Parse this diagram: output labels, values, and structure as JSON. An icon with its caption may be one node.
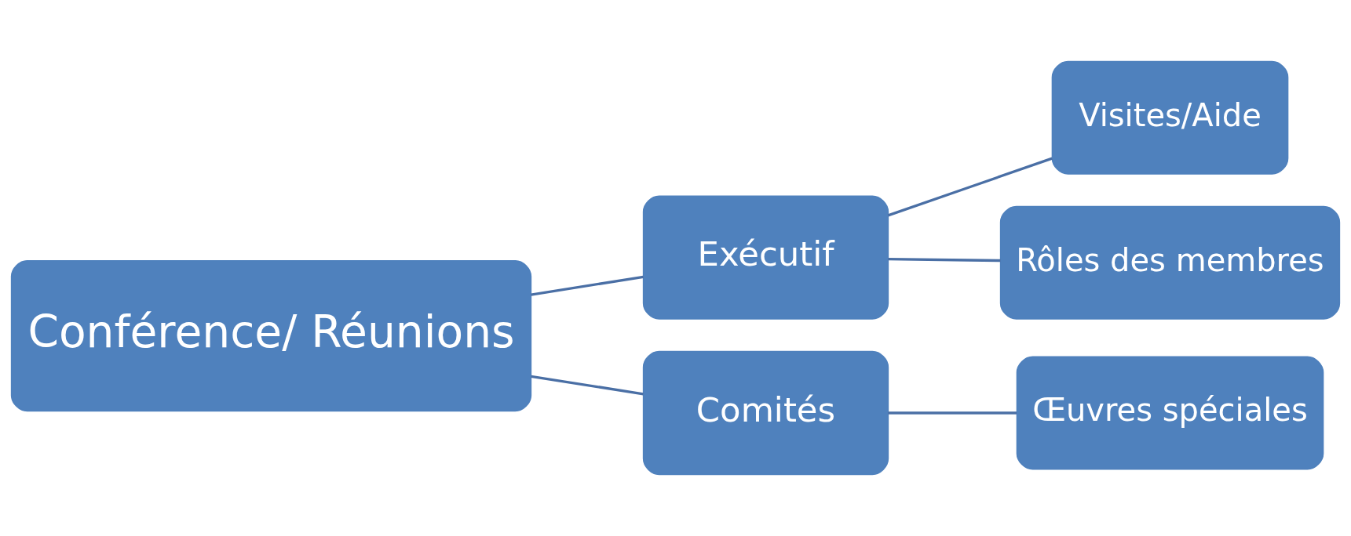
{
  "diagram": {
    "nodes": [
      {
        "text": [
          "Conférence/ Réunions"
        ]
      },
      {
        "text": [
          "Exécutif"
        ]
      },
      {
        "text": [
          "Comités"
        ]
      },
      {
        "text": [
          "Visites/Aide"
        ]
      },
      {
        "text": [
          "Rôles des membres"
        ]
      },
      {
        "text": [
          "Œuvres spéciales"
        ]
      }
    ],
    "edges": [
      {
        "from": 0,
        "to": 1,
        "arrow": "none"
      },
      {
        "from": 0,
        "to": 2,
        "arrow": "none"
      },
      {
        "from": 1,
        "to": 3,
        "arrow": "none"
      },
      {
        "from": 1,
        "to": 4,
        "arrow": "none"
      },
      {
        "from": 2,
        "to": 5,
        "arrow": "none"
      }
    ]
  }
}
